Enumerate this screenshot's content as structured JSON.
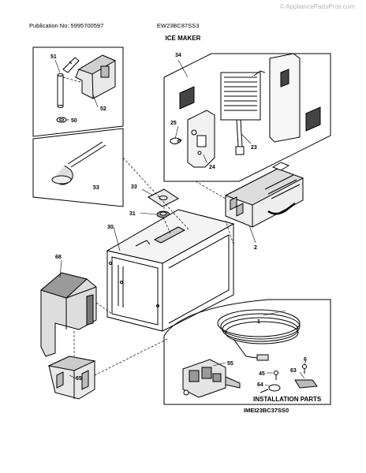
{
  "header": {
    "watermark": "© AppliancePartsPros.com",
    "publication": "Publication No: 5995700597",
    "model": "EW23BC87SS3",
    "section_title": "ICE MAKER"
  },
  "callouts": {
    "c51": "51",
    "c52": "52",
    "c50": "50",
    "c53": "53",
    "c34": "34",
    "c25": "25",
    "c23": "23",
    "c24": "24",
    "c33": "33",
    "c31": "31",
    "c30": "30",
    "c2": "2",
    "c68": "68",
    "c65": "65",
    "c1": "1",
    "c55": "55",
    "c45": "45",
    "c64": "64",
    "c63": "63",
    "c6": "6"
  },
  "installation_parts_label": "INSTALLATION PARTS",
  "diagram_code": "IMEI23BC37SS0"
}
